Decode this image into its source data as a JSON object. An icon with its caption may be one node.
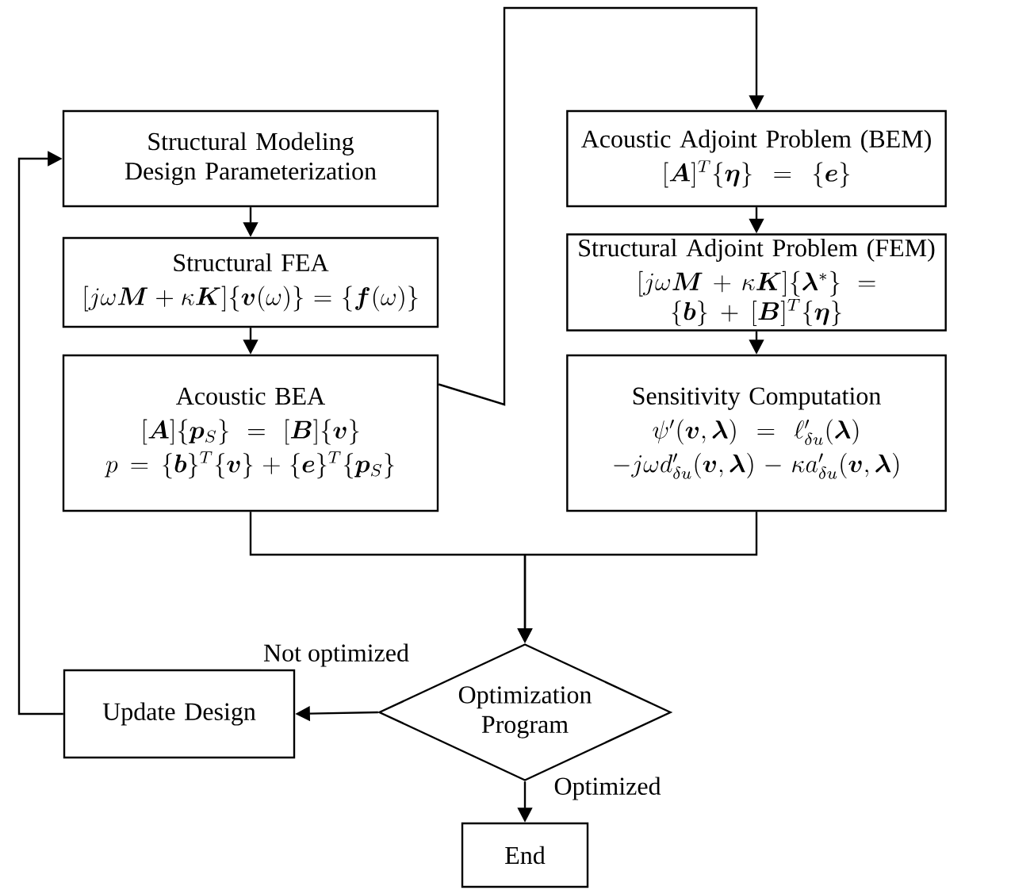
{
  "diagram": {
    "nodes": [
      {
        "text": [
          "Structural Modeling Design Parameterization"
        ]
      },
      {
        "text": [
          "Structural FEA",
          "[j\\omega\\bm{M}+\\kappa\\bm{K}]\\{\\bm{v}(\\omega)\\}=\\{\\bm{f}(\\omega)\\}"
        ]
      },
      {
        "text": [
          "Acoustic BEA",
          "[\\bm{A}]\\{\\bm{p}_S\\}=[\\bm{B}]\\{\\bm{v}\\}",
          "p=\\{\\bm{b}\\}^T\\{\\bm{v}\\}+\\{\\bm{e}\\}^T\\{\\bm{p}_S\\}"
        ]
      },
      {
        "text": [
          "Acoustic Adjoint Problem (BEM)",
          "[\\bm{A}]^T\\{\\bm{\\eta}\\}=\\{\\bm{e}\\}"
        ]
      },
      {
        "text": [
          "Structural Adjoint Problem (FEM)",
          "[j\\omega\\bm{M}+\\kappa\\bm{K}]\\{\\bm{\\lambda}^*\\}=\\{\\bm{b}\\}+[\\bm{B}]^T\\{\\bm{\\eta}\\}"
        ]
      },
      {
        "text": [
          "Sensitivity Computation",
          "\\psi'(\\bm{v},\\bm{\\lambda})=\\ell'_{\\delta u}(\\bm{\\lambda})",
          "-j\\omega d'_{\\delta u}(\\bm{v},\\bm{\\lambda})-\\kappa a'_{\\delta u}(\\bm{v},\\bm{\\lambda})"
        ]
      },
      {
        "text": [
          "Optimization Program"
        ]
      },
      {
        "text": [
          "Update Design"
        ]
      },
      {
        "text": [
          "End"
        ]
      }
    ],
    "edges": [
      {
        "from": 0,
        "to": 1,
        "arrow": "to"
      },
      {
        "from": 1,
        "to": 2,
        "arrow": "to"
      },
      {
        "from": 2,
        "to": 3,
        "arrow": "to"
      },
      {
        "from": 3,
        "to": 4,
        "arrow": "to"
      },
      {
        "from": 4,
        "to": 5,
        "arrow": "to"
      },
      {
        "from": 2,
        "to": 6,
        "arrow": "to"
      },
      {
        "from": 5,
        "to": 6,
        "arrow": "to"
      },
      {
        "from": 6,
        "to": 7,
        "arrow": "to",
        "label": "Not optimized"
      },
      {
        "from": 6,
        "to": 8,
        "arrow": "to",
        "label": "Optimized"
      },
      {
        "from": 7,
        "to": 0,
        "arrow": "to"
      }
    ]
  }
}
